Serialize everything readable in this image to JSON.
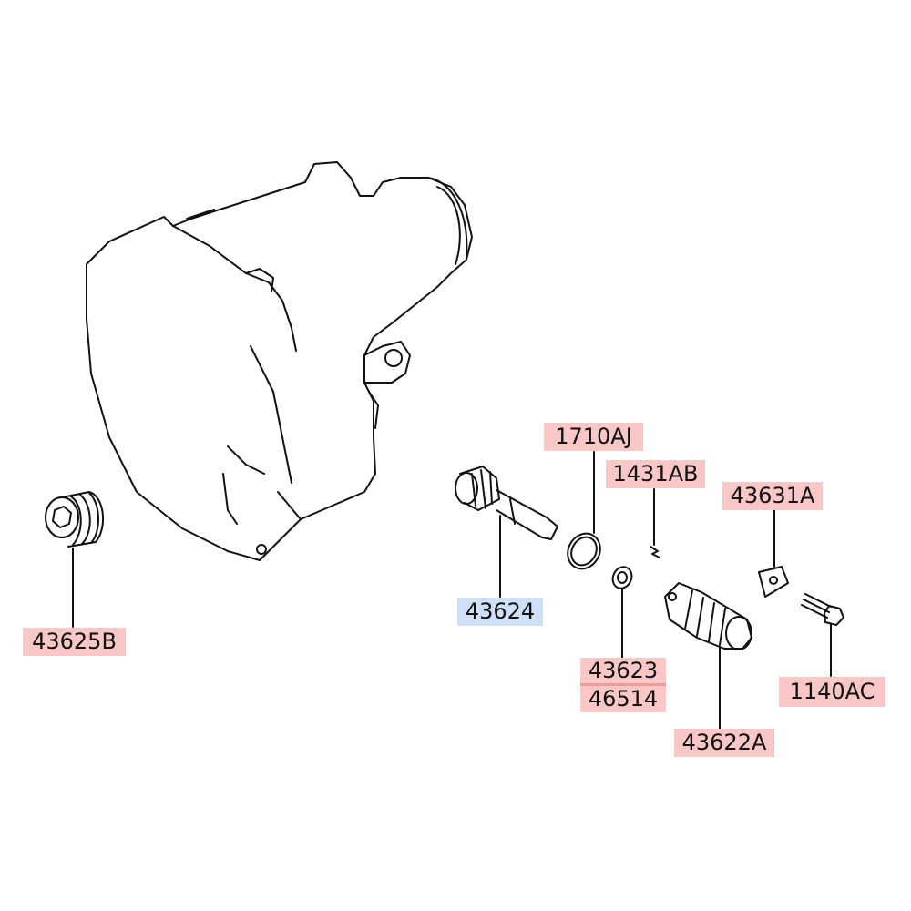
{
  "diagram": {
    "labels": {
      "p1710AJ": "1710AJ",
      "p1431AB": "1431AB",
      "p43631A": "43631A",
      "p43624": "43624",
      "p43625B": "43625B",
      "p43623": "43623",
      "p46514": "46514",
      "p43622A": "43622A",
      "p1140AC": "1140AC"
    },
    "colors": {
      "pink": "#f9c8c6",
      "blue": "#cfe0f7"
    }
  }
}
